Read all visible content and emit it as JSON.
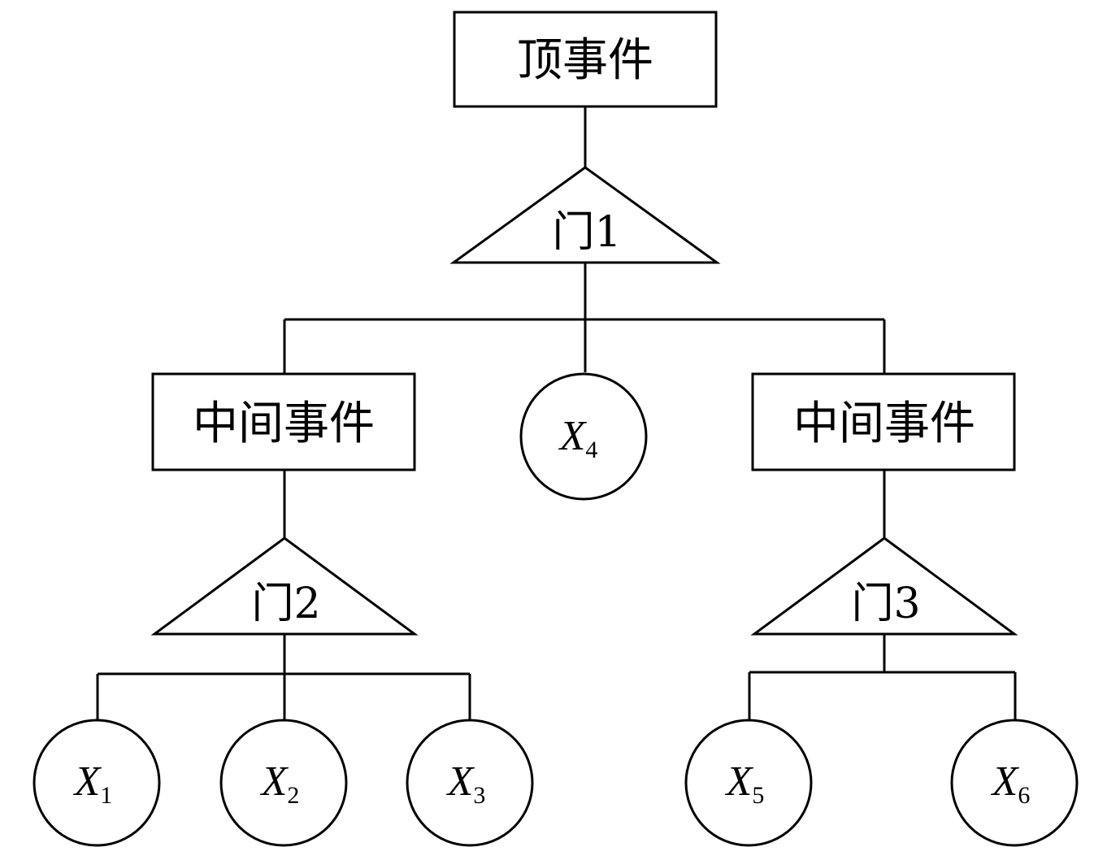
{
  "top_event": "顶事件",
  "intermediate_events": [
    "中间事件",
    "中间事件"
  ],
  "gates": [
    "门1",
    "门2",
    "门3"
  ],
  "basic_events": [
    {
      "var": "X",
      "sub": "1"
    },
    {
      "var": "X",
      "sub": "2"
    },
    {
      "var": "X",
      "sub": "3"
    },
    {
      "var": "X",
      "sub": "4"
    },
    {
      "var": "X",
      "sub": "5"
    },
    {
      "var": "X",
      "sub": "6"
    }
  ]
}
